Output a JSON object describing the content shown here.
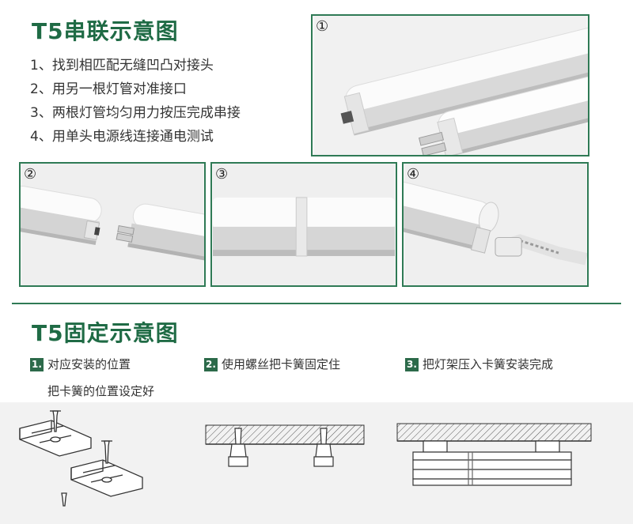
{
  "series_section": {
    "title": "T5串联示意图",
    "steps": [
      "1、找到相匹配无缝凹凸对接头",
      "2、用另一根灯管对准接口",
      "3、两根灯管均匀用力按压完成串接",
      "4、用单头电源线连接通电测试"
    ],
    "photo_labels": [
      "①",
      "②",
      "③",
      "④"
    ]
  },
  "fixing_section": {
    "title": "T5固定示意图",
    "steps": [
      {
        "number": "1.",
        "label": "对应安装的位置",
        "sublabel": "把卡簧的位置设定好"
      },
      {
        "number": "2.",
        "label": "使用螺丝把卡簧固定住"
      },
      {
        "number": "3.",
        "label": "把灯架压入卡簧安装完成"
      }
    ]
  },
  "colors": {
    "accent": "#1f6b45",
    "border": "#2f7a55",
    "badge_bg": "#2c6a4a"
  }
}
